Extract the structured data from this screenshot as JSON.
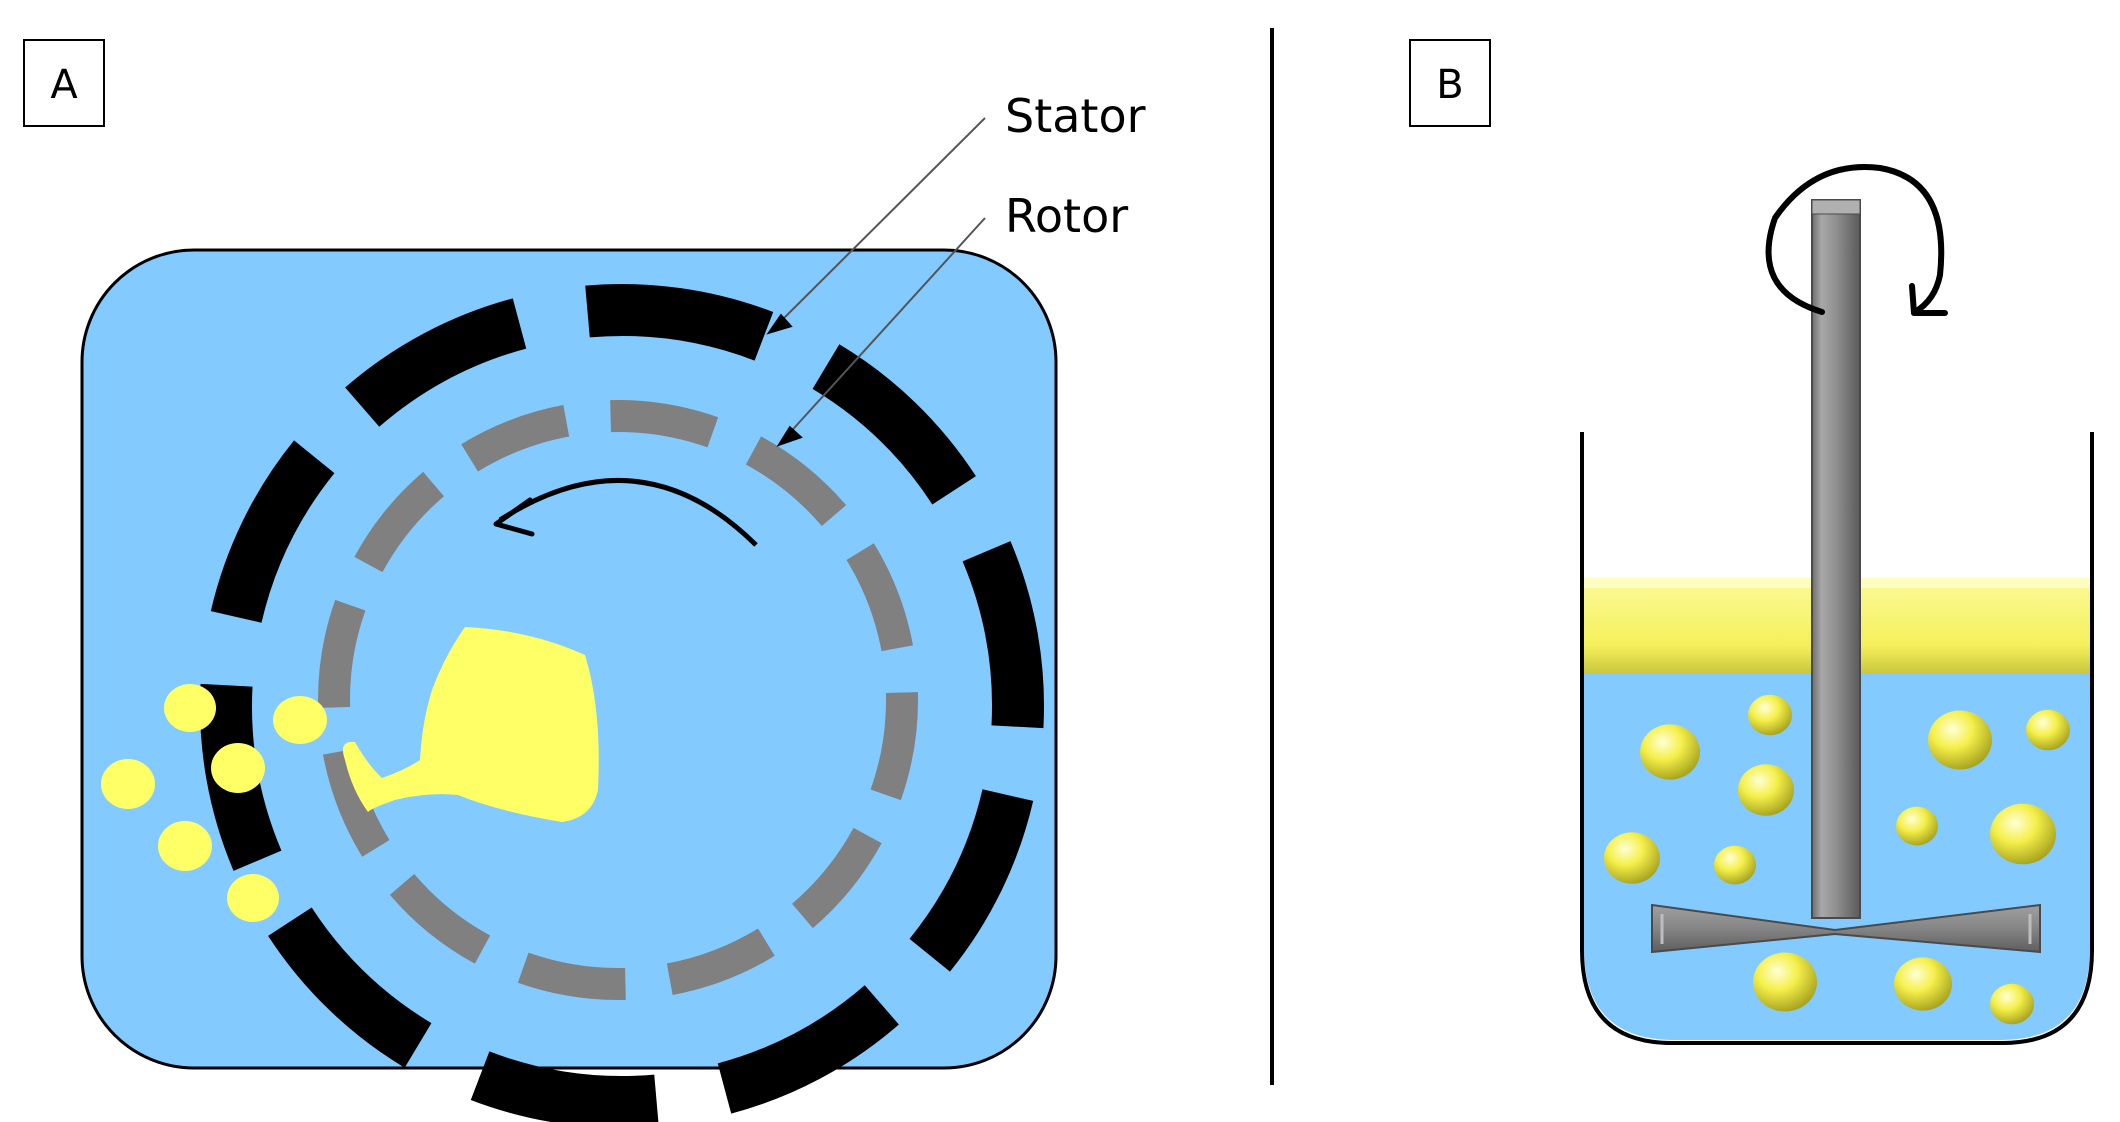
{
  "panels": {
    "a": {
      "label": "A"
    },
    "b": {
      "label": "B"
    }
  },
  "callouts": {
    "stator": "Stator",
    "rotor": "Rotor"
  },
  "colors": {
    "liquid": "#82CAFF",
    "oil": "#FFFF66",
    "stator": "#000000",
    "rotor": "#808080",
    "shaft": "#8C8C8C",
    "layer": "#F8F87A"
  },
  "icons": {
    "rotation_a": "counterclockwise-arrow-icon",
    "rotation_b": "rotation-arrow-icon"
  }
}
